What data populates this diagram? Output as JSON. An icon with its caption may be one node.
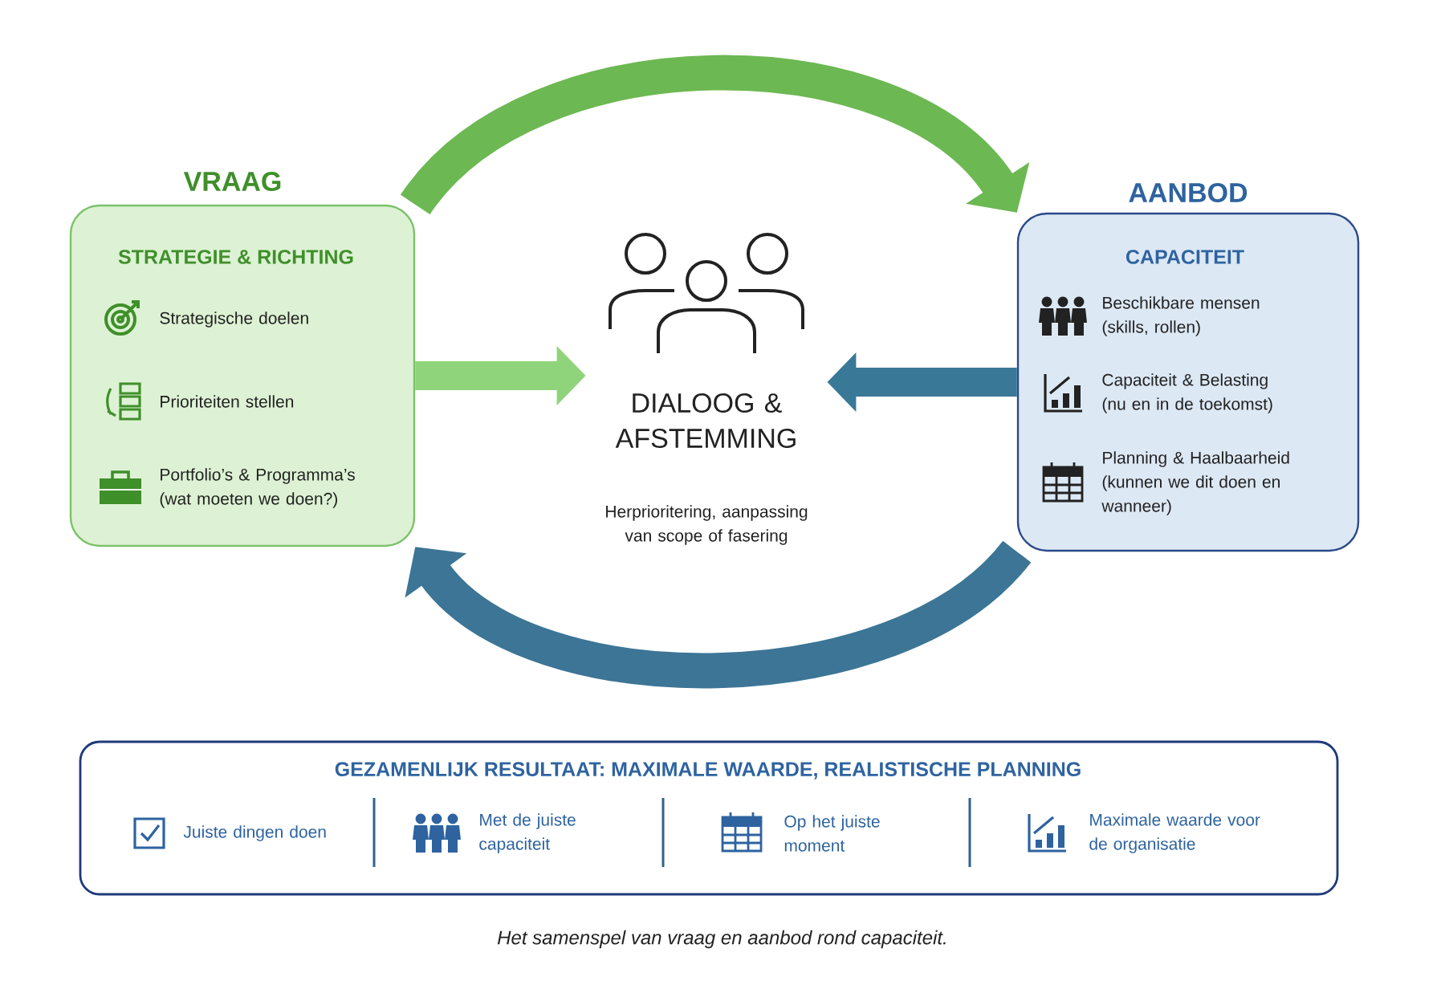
{
  "diagram": {
    "caption": "Het samenspel van vraag en aanbod rond capaciteit.",
    "nodes": [
      {
        "text": [
          "VRAAG",
          "STRATEGIE & RICHTING",
          "Strategische doelen",
          "Prioriteiten stellen",
          "Portfolio’s & Programma’s (wat moeten we doen?)"
        ]
      },
      {
        "text": [
          "DIALOOG & AFSTEMMING",
          "Herprioritering, aanpassing van scope of fasering"
        ]
      },
      {
        "text": [
          "AANBOD",
          "CAPACITEIT",
          "Beschikbare mensen (skills, rollen)",
          "Capaciteit & Belasting (nu en in de toekomst)",
          "Planning & Haalbaarheid (kunnen we dit doen en wanneer)"
        ]
      },
      {
        "text": [
          "GEZAMENLIJK RESULTAAT: MAXIMALE WAARDE, REALISTISCHE PLANNING",
          "Juiste dingen doen",
          "Met de juiste capaciteit",
          "Op het juiste moment",
          "Maximale waarde voor de organisatie"
        ]
      }
    ],
    "edges": [
      {
        "from": 0,
        "to": 1,
        "arrow": "to",
        "color": "#8fd47a"
      },
      {
        "from": 2,
        "to": 1,
        "arrow": "to",
        "color": "#3a7898"
      },
      {
        "from": 0,
        "to": 2,
        "arrow": "to",
        "color": "#6cb852"
      },
      {
        "from": 2,
        "to": 0,
        "arrow": "to",
        "color": "#3c7596"
      }
    ]
  }
}
